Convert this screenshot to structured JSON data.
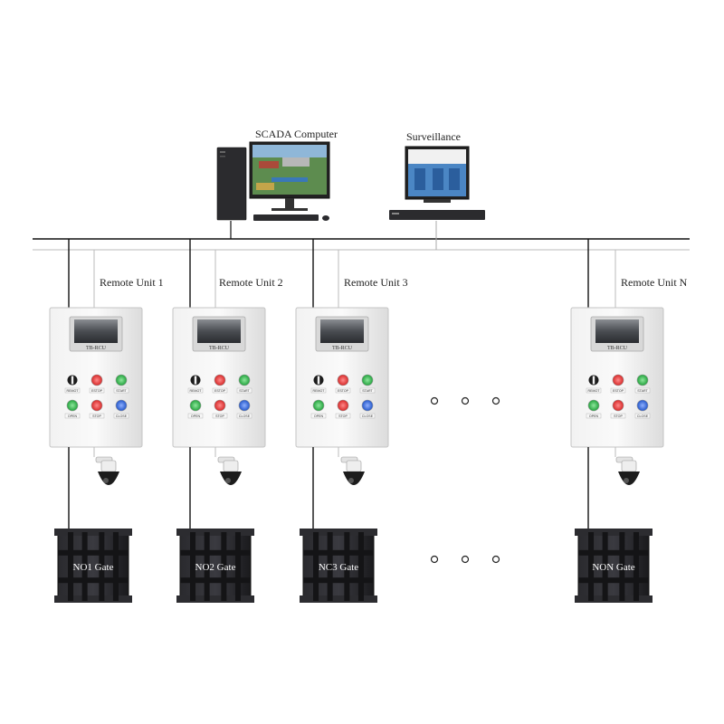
{
  "network": {
    "scada_label": "SCADA Computer",
    "surveillance_label": "Surveillance"
  },
  "units": [
    {
      "label": "Remote Unit 1",
      "panel_title": "TB-RCU",
      "buttons": [
        "REMOT",
        "ESTOP",
        "START",
        "OPEN",
        "STOP",
        "CLOSE"
      ],
      "gate_label": "NO1 Gate"
    },
    {
      "label": "Remote Unit 2",
      "panel_title": "TB-RCU",
      "buttons": [
        "REMOT",
        "ESTOP",
        "START",
        "OPEN",
        "STOP",
        "CLOSE"
      ],
      "gate_label": "NO2 Gate"
    },
    {
      "label": "Remote Unit 3",
      "panel_title": "TB-RCU",
      "buttons": [
        "REMOT",
        "ESTOP",
        "START",
        "OPEN",
        "STOP",
        "CLOSE"
      ],
      "gate_label": "NC3 Gate"
    },
    {
      "label": "Remote Unit N",
      "panel_title": "TB-RCU",
      "buttons": [
        "REMOT",
        "ESTOP",
        "START",
        "OPEN",
        "STOP",
        "CLOSE"
      ],
      "gate_label": "NON Gate"
    }
  ],
  "colors": {
    "button_red": "#e03535",
    "button_green": "#2fb24a",
    "button_blue": "#2f66d6",
    "gate_dark": "#1f1f22",
    "panel_body": "#ececec"
  }
}
